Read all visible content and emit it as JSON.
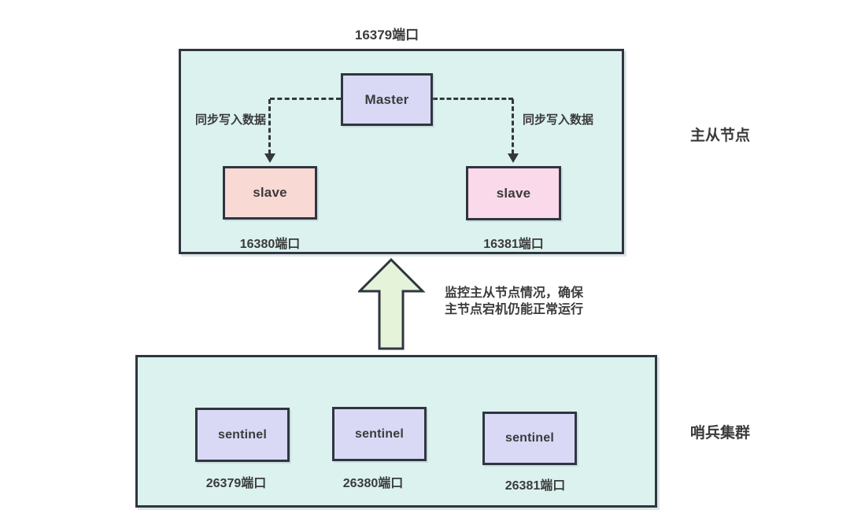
{
  "diagram": {
    "master_slave_group": {
      "side_label": "主从节点",
      "top_port_label": "16379端口",
      "master": {
        "label": "Master"
      },
      "slaves": [
        {
          "label": "slave",
          "port_label": "16380端口"
        },
        {
          "label": "slave",
          "port_label": "16381端口"
        }
      ],
      "sync_label_left": "同步写入数据",
      "sync_label_right": "同步写入数据"
    },
    "monitor_note": {
      "line1": "监控主从节点情况，确保",
      "line2": "主节点宕机仍能正常运行"
    },
    "sentinel_group": {
      "side_label": "哨兵集群",
      "sentinels": [
        {
          "label": "sentinel",
          "port_label": "26379端口"
        },
        {
          "label": "sentinel",
          "port_label": "26380端口"
        },
        {
          "label": "sentinel",
          "port_label": "26381端口"
        }
      ]
    }
  },
  "colors": {
    "container_fill": "#dbf2ef",
    "border_color": "#2f3640",
    "line_color": "#33383d",
    "node_lavender_fill": "#d9d9f6",
    "slave_left_fill": "#f9d9d4",
    "slave_right_fill": "#fad9ea",
    "arrow_fill": "#e5f3d9",
    "text_color": "#3b3b3b"
  }
}
